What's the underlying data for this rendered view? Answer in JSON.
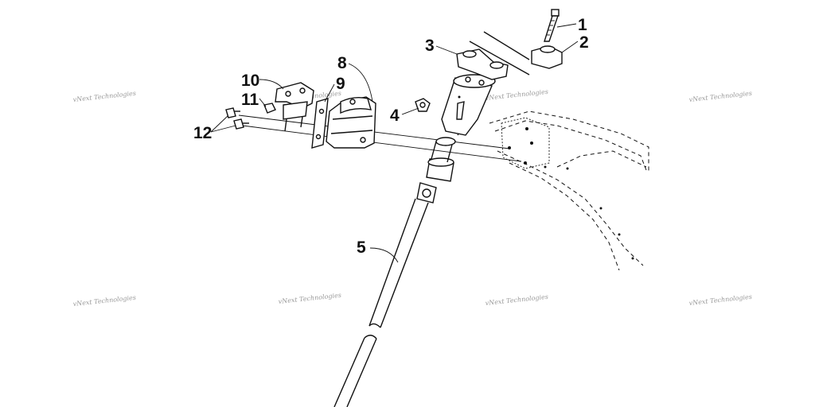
{
  "diagram": {
    "callouts": [
      {
        "id": "c1",
        "label": "1"
      },
      {
        "id": "c2",
        "label": "2"
      },
      {
        "id": "c3",
        "label": "3"
      },
      {
        "id": "c4",
        "label": "4"
      },
      {
        "id": "c5",
        "label": "5"
      },
      {
        "id": "c8",
        "label": "8"
      },
      {
        "id": "c9",
        "label": "9"
      },
      {
        "id": "c10",
        "label": "10"
      },
      {
        "id": "c11",
        "label": "11"
      },
      {
        "id": "c12",
        "label": "12"
      }
    ],
    "watermark": "vNext Technologies"
  }
}
